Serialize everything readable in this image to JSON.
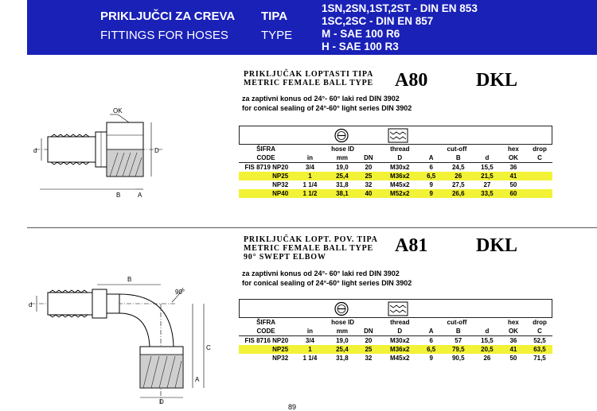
{
  "header": {
    "title_hr": "PRIKLJUČCI ZA CREVA",
    "title_en": "FITTINGS FOR HOSES",
    "type_hr": "TIPA",
    "type_en": "TYPE",
    "standards": [
      "1SN,2SN,1ST,2ST - DIN EN 853",
      "1SC,2SC - DIN EN 857",
      "M - SAE 100 R6",
      "H - SAE 100 R3"
    ]
  },
  "sections": [
    {
      "title_lines": [
        "PRIKLJUČAK LOPTASTI TIPA",
        "METRIC FEMALE BALL TYPE"
      ],
      "model": "A80",
      "series": "DKL",
      "notes": [
        "za zaptivni konus od 24°- 60° laki red DIN 3902",
        "for conical sealing of 24°-60° light series DIN 3902"
      ],
      "dims": {
        "d": "d",
        "D": "D",
        "B": "B",
        "A": "A",
        "OK": "OK"
      },
      "head1": [
        "ŠIFRA",
        "hose ID",
        "",
        "thread",
        "",
        "cut-off",
        "",
        "hex",
        "drop"
      ],
      "head2": [
        "CODE",
        "in",
        "mm",
        "DN",
        "D",
        "A",
        "B",
        "d",
        "OK",
        "C"
      ],
      "rows": [
        {
          "code": "FIS 8719 NP20",
          "in": "3/4",
          "mm": "19,0",
          "dn": "20",
          "D": "M30x2",
          "A": "6",
          "B": "24,5",
          "d": "15,5",
          "ok": "36",
          "c": "",
          "hl": false
        },
        {
          "code": "NP25",
          "in": "1",
          "mm": "25,4",
          "dn": "25",
          "D": "M36x2",
          "A": "6,5",
          "B": "26",
          "d": "21,5",
          "ok": "41",
          "c": "",
          "hl": true
        },
        {
          "code": "NP32",
          "in": "1 1/4",
          "mm": "31,8",
          "dn": "32",
          "D": "M45x2",
          "A": "9",
          "B": "27,5",
          "d": "27",
          "ok": "50",
          "c": "",
          "hl": false
        },
        {
          "code": "NP40",
          "in": "1 1/2",
          "mm": "38,1",
          "dn": "40",
          "D": "M52x2",
          "A": "9",
          "B": "26,6",
          "d": "33,5",
          "ok": "60",
          "c": "",
          "hl": true
        }
      ]
    },
    {
      "title_lines": [
        "PRIKLJUČAK LOPT. POV. TIPA",
        "METRIC FEMALE BALL TYPE",
        "90° SWEPT ELBOW"
      ],
      "model": "A81",
      "series": "DKL",
      "notes": [
        "za zaptivni konus od 24°- 60° laki red DIN 3902",
        "for conical sealing of 24°-60° light series DIN 3902"
      ],
      "dims": {
        "d": "d",
        "D": "D",
        "B": "B",
        "A": "A",
        "C": "C",
        "angle": "90°"
      },
      "head1": [
        "ŠIFRA",
        "hose ID",
        "",
        "thread",
        "",
        "cut-off",
        "",
        "hex",
        "drop"
      ],
      "head2": [
        "CODE",
        "in",
        "mm",
        "DN",
        "D",
        "A",
        "B",
        "d",
        "OK",
        "C"
      ],
      "rows": [
        {
          "code": "FIS 8716 NP20",
          "in": "3/4",
          "mm": "19,0",
          "dn": "20",
          "D": "M30x2",
          "A": "6",
          "B": "57",
          "d": "15,5",
          "ok": "36",
          "c": "52,5",
          "hl": false
        },
        {
          "code": "NP25",
          "in": "1",
          "mm": "25,4",
          "dn": "25",
          "D": "M36x2",
          "A": "6,5",
          "B": "79,5",
          "d": "20,5",
          "ok": "41",
          "c": "63,5",
          "hl": true
        },
        {
          "code": "NP32",
          "in": "1 1/4",
          "mm": "31,8",
          "dn": "32",
          "D": "M45x2",
          "A": "9",
          "B": "90,5",
          "d": "26",
          "ok": "50",
          "c": "71,5",
          "hl": false
        }
      ]
    }
  ],
  "page_number": "89",
  "colors": {
    "header_bg": "#1a21b7",
    "highlight": "#f2f236"
  }
}
